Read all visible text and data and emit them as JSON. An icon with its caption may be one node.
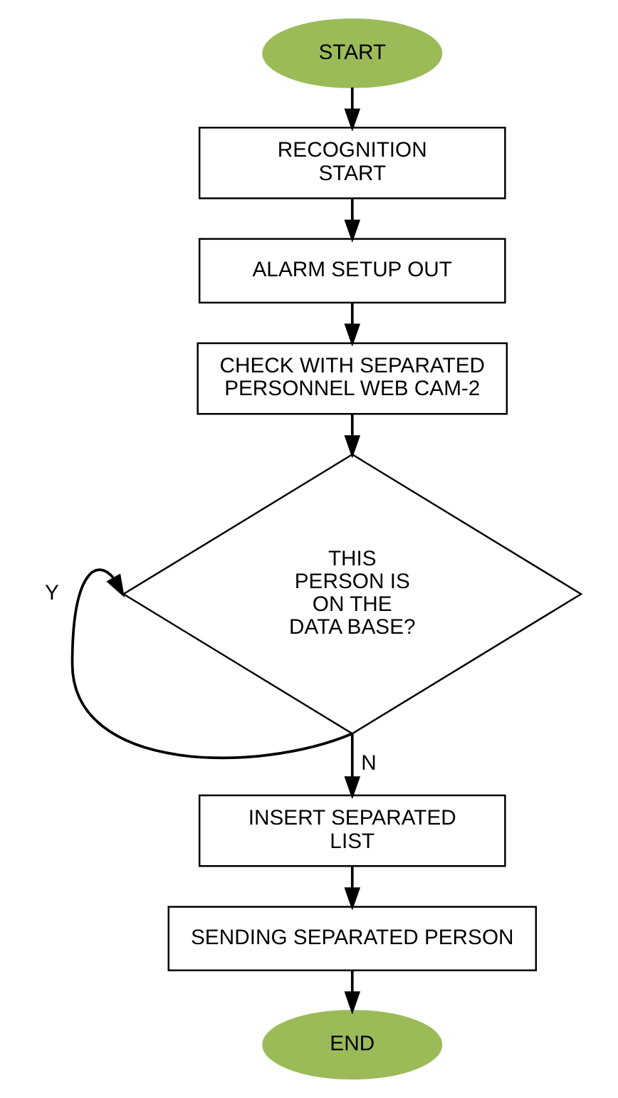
{
  "diagram": {
    "nodes": [
      {
        "text": [
          "START"
        ]
      },
      {
        "text": [
          "RECOGNITION START"
        ]
      },
      {
        "text": [
          "ALARM SETUP OUT"
        ]
      },
      {
        "text": [
          "CHECK WITH SEPARATED PERSONNEL WEB CAM-2"
        ]
      },
      {
        "text": [
          "THIS PERSON IS ON THE DATA BASE?"
        ]
      },
      {
        "text": [
          "INSERT SEPARATED LIST"
        ]
      },
      {
        "text": [
          "SENDING SEPARATED PERSON"
        ]
      },
      {
        "text": [
          "END"
        ]
      }
    ],
    "edges": [
      {
        "from": 0,
        "to": 1,
        "arrow": "to"
      },
      {
        "from": 1,
        "to": 2,
        "arrow": "to"
      },
      {
        "from": 2,
        "to": 3,
        "arrow": "to"
      },
      {
        "from": 3,
        "to": 4,
        "arrow": "to"
      },
      {
        "from": 4,
        "to": 4,
        "arrow": "to",
        "label": "Y"
      },
      {
        "from": 4,
        "to": 5,
        "arrow": "to",
        "label": "N"
      },
      {
        "from": 5,
        "to": 6,
        "arrow": "to"
      },
      {
        "from": 6,
        "to": 7,
        "arrow": "to"
      }
    ]
  }
}
